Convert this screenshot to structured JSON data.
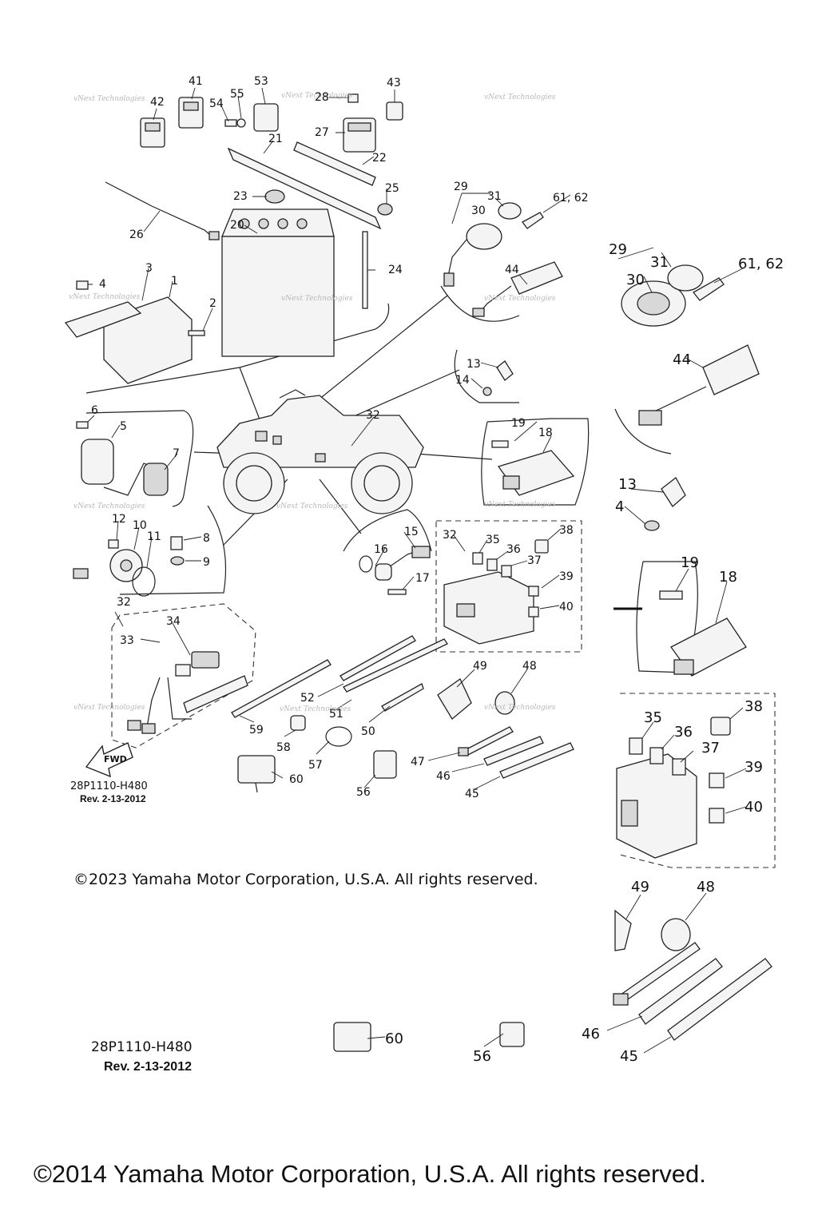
{
  "callouts_small": [
    {
      "id": "c41",
      "label": "41"
    },
    {
      "id": "c42",
      "label": "42"
    },
    {
      "id": "c53",
      "label": "53"
    },
    {
      "id": "c54",
      "label": "54"
    },
    {
      "id": "c55",
      "label": "55"
    },
    {
      "id": "c28",
      "label": "28"
    },
    {
      "id": "c43",
      "label": "43"
    },
    {
      "id": "c27",
      "label": "27"
    },
    {
      "id": "c21",
      "label": "21"
    },
    {
      "id": "c22",
      "label": "22"
    },
    {
      "id": "c23",
      "label": "23"
    },
    {
      "id": "c25",
      "label": "25"
    },
    {
      "id": "c20",
      "label": "20"
    },
    {
      "id": "c26",
      "label": "26"
    },
    {
      "id": "c24",
      "label": "24"
    },
    {
      "id": "c3",
      "label": "3"
    },
    {
      "id": "c4",
      "label": "4"
    },
    {
      "id": "c1",
      "label": "1"
    },
    {
      "id": "c2",
      "label": "2"
    },
    {
      "id": "c29",
      "label": "29"
    },
    {
      "id": "c30",
      "label": "30"
    },
    {
      "id": "c31",
      "label": "31"
    },
    {
      "id": "c6162",
      "label": "61, 62"
    },
    {
      "id": "c44",
      "label": "44"
    },
    {
      "id": "c13",
      "label": "13"
    },
    {
      "id": "c14",
      "label": "14"
    },
    {
      "id": "c6",
      "label": "6"
    },
    {
      "id": "c5",
      "label": "5"
    },
    {
      "id": "c7",
      "label": "7"
    },
    {
      "id": "c32a",
      "label": "32"
    },
    {
      "id": "c19",
      "label": "19"
    },
    {
      "id": "c18",
      "label": "18"
    },
    {
      "id": "c12",
      "label": "12"
    },
    {
      "id": "c10",
      "label": "10"
    },
    {
      "id": "c11",
      "label": "11"
    },
    {
      "id": "c8",
      "label": "8"
    },
    {
      "id": "c9",
      "label": "9"
    },
    {
      "id": "c15",
      "label": "15"
    },
    {
      "id": "c16",
      "label": "16"
    },
    {
      "id": "c32b",
      "label": "32"
    },
    {
      "id": "c17",
      "label": "17"
    },
    {
      "id": "c35",
      "label": "35"
    },
    {
      "id": "c36",
      "label": "36"
    },
    {
      "id": "c37",
      "label": "37"
    },
    {
      "id": "c38",
      "label": "38"
    },
    {
      "id": "c39",
      "label": "39"
    },
    {
      "id": "c40",
      "label": "40"
    },
    {
      "id": "c32c",
      "label": "32"
    },
    {
      "id": "c34",
      "label": "34"
    },
    {
      "id": "c33",
      "label": "33"
    },
    {
      "id": "c52",
      "label": "52"
    },
    {
      "id": "c49",
      "label": "49"
    },
    {
      "id": "c48",
      "label": "48"
    },
    {
      "id": "c59",
      "label": "59"
    },
    {
      "id": "c51",
      "label": "51"
    },
    {
      "id": "c50",
      "label": "50"
    },
    {
      "id": "c58",
      "label": "58"
    },
    {
      "id": "c57",
      "label": "57"
    },
    {
      "id": "c47",
      "label": "47"
    },
    {
      "id": "c46",
      "label": "46"
    },
    {
      "id": "c60",
      "label": "60"
    },
    {
      "id": "c56",
      "label": "56"
    },
    {
      "id": "c45",
      "label": "45"
    }
  ],
  "callouts_large": [
    {
      "id": "L29",
      "label": "29"
    },
    {
      "id": "L31",
      "label": "31"
    },
    {
      "id": "L6162",
      "label": "61, 62"
    },
    {
      "id": "L30",
      "label": "30"
    },
    {
      "id": "L44",
      "label": "44"
    },
    {
      "id": "L13",
      "label": "13"
    },
    {
      "id": "L4",
      "label": "4"
    },
    {
      "id": "L19",
      "label": "19"
    },
    {
      "id": "L18",
      "label": "18"
    },
    {
      "id": "L38",
      "label": "38"
    },
    {
      "id": "L35",
      "label": "35"
    },
    {
      "id": "L36",
      "label": "36"
    },
    {
      "id": "L37",
      "label": "37"
    },
    {
      "id": "L39",
      "label": "39"
    },
    {
      "id": "L40",
      "label": "40"
    },
    {
      "id": "L49",
      "label": "49"
    },
    {
      "id": "L48",
      "label": "48"
    },
    {
      "id": "L46",
      "label": "46"
    },
    {
      "id": "L45",
      "label": "45"
    },
    {
      "id": "L60",
      "label": "60"
    },
    {
      "id": "L56",
      "label": "56"
    }
  ],
  "watermark": "vNext Technologies",
  "fwd_label": "FWD",
  "ref_code": "28P1110-H480",
  "revision": "Rev.  2-13-2012",
  "ref_code_large": "28P1110-H480",
  "revision_large": "Rev.  2-13-2012",
  "copyright_small": "©2023 Yamaha Motor Corporation, U.S.A. All rights reserved.",
  "copyright_large": "©2014 Yamaha Motor Corporation, U.S.A. All rights reserved."
}
